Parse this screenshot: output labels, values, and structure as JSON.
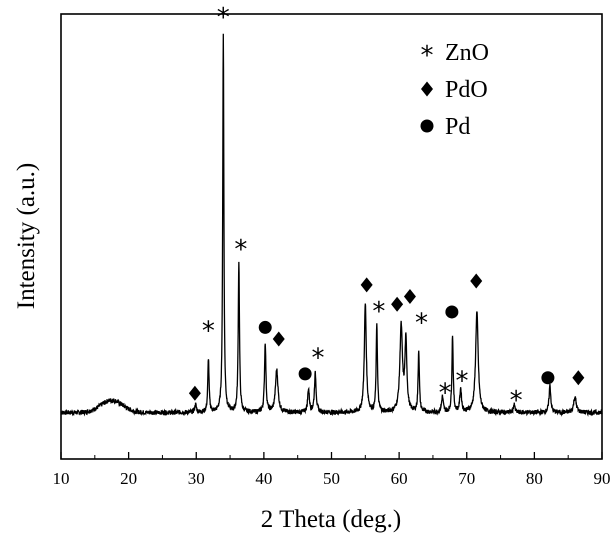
{
  "chart_data": {
    "type": "line",
    "title": "",
    "xlabel": "2 Theta (deg.)",
    "ylabel": "Intensity (a.u.)",
    "xlim": [
      10,
      90
    ],
    "ylim": [
      -0.1,
      1.05
    ],
    "x_ticks": [
      10,
      20,
      30,
      40,
      50,
      60,
      70,
      80,
      90
    ],
    "x_tick_labels": [
      "10",
      "20",
      "30",
      "40",
      "50",
      "60",
      "70",
      "80",
      "90"
    ],
    "grid": false,
    "color": "#000000",
    "baseline": 0.02,
    "noise": 0.006,
    "background_bumps": [
      {
        "center": 17.5,
        "height": 0.032,
        "width": 1.6
      }
    ],
    "peaks": [
      {
        "x": 29.9,
        "height": 0.02,
        "width": 0.3
      },
      {
        "x": 31.8,
        "height": 0.14,
        "width": 0.22
      },
      {
        "x": 34.0,
        "height": 0.98,
        "width": 0.2
      },
      {
        "x": 36.3,
        "height": 0.39,
        "width": 0.22
      },
      {
        "x": 40.2,
        "height": 0.18,
        "width": 0.25
      },
      {
        "x": 41.9,
        "height": 0.11,
        "width": 0.45
      },
      {
        "x": 46.6,
        "height": 0.06,
        "width": 0.3
      },
      {
        "x": 47.6,
        "height": 0.1,
        "width": 0.3
      },
      {
        "x": 55.0,
        "height": 0.28,
        "width": 0.35
      },
      {
        "x": 56.7,
        "height": 0.23,
        "width": 0.22
      },
      {
        "x": 60.3,
        "height": 0.22,
        "width": 0.45
      },
      {
        "x": 61.0,
        "height": 0.18,
        "width": 0.35
      },
      {
        "x": 62.9,
        "height": 0.16,
        "width": 0.22
      },
      {
        "x": 66.4,
        "height": 0.04,
        "width": 0.3
      },
      {
        "x": 67.9,
        "height": 0.2,
        "width": 0.22
      },
      {
        "x": 69.1,
        "height": 0.06,
        "width": 0.3
      },
      {
        "x": 71.5,
        "height": 0.26,
        "width": 0.45
      },
      {
        "x": 77.0,
        "height": 0.02,
        "width": 0.3
      },
      {
        "x": 82.3,
        "height": 0.07,
        "width": 0.3
      },
      {
        "x": 86.0,
        "height": 0.04,
        "width": 0.45
      }
    ],
    "annotations": [
      {
        "x": 29.8,
        "y": 0.07,
        "marker": "diamond"
      },
      {
        "x": 31.8,
        "y": 0.24,
        "marker": "star"
      },
      {
        "x": 34.0,
        "y": 1.05,
        "marker": "star"
      },
      {
        "x": 36.6,
        "y": 0.45,
        "marker": "star"
      },
      {
        "x": 40.2,
        "y": 0.24,
        "marker": "circle"
      },
      {
        "x": 42.2,
        "y": 0.21,
        "marker": "diamond"
      },
      {
        "x": 46.1,
        "y": 0.12,
        "marker": "circle"
      },
      {
        "x": 48.0,
        "y": 0.17,
        "marker": "star"
      },
      {
        "x": 55.2,
        "y": 0.35,
        "marker": "diamond"
      },
      {
        "x": 57.0,
        "y": 0.29,
        "marker": "star"
      },
      {
        "x": 59.7,
        "y": 0.3,
        "marker": "diamond"
      },
      {
        "x": 61.6,
        "y": 0.32,
        "marker": "diamond"
      },
      {
        "x": 63.3,
        "y": 0.26,
        "marker": "star"
      },
      {
        "x": 66.8,
        "y": 0.08,
        "marker": "star"
      },
      {
        "x": 67.8,
        "y": 0.28,
        "marker": "circle"
      },
      {
        "x": 69.3,
        "y": 0.11,
        "marker": "star"
      },
      {
        "x": 71.4,
        "y": 0.36,
        "marker": "diamond"
      },
      {
        "x": 77.3,
        "y": 0.06,
        "marker": "star"
      },
      {
        "x": 82.0,
        "y": 0.11,
        "marker": "circle"
      },
      {
        "x": 86.5,
        "y": 0.11,
        "marker": "diamond"
      }
    ],
    "legend": {
      "position": "top-right",
      "entries": [
        {
          "marker": "star",
          "label": "ZnO"
        },
        {
          "marker": "diamond",
          "label": "PdO"
        },
        {
          "marker": "circle",
          "label": "Pd"
        }
      ]
    }
  }
}
